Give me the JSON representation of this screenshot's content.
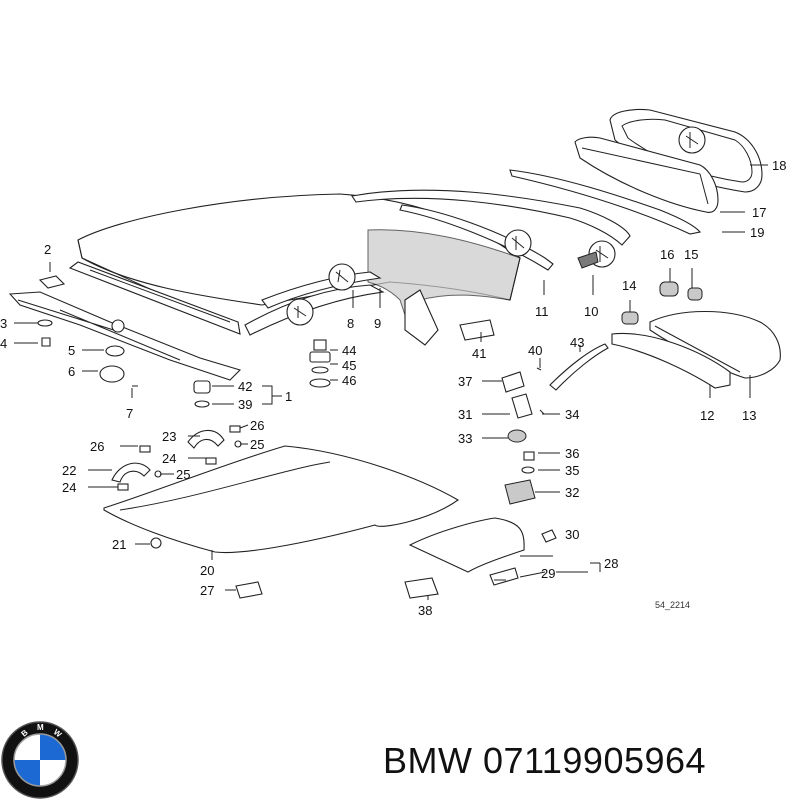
{
  "caption": {
    "brand": "BMW",
    "part_number": "07119905964",
    "drawing_code": "54_2214"
  },
  "logo": {
    "lettering": "BMW",
    "colors": {
      "blue": "#1c69d4",
      "black": "#111111",
      "white": "#ffffff"
    }
  },
  "callouts": [
    "1",
    "2",
    "3",
    "4",
    "5",
    "6",
    "7",
    "8",
    "9",
    "10",
    "11",
    "12",
    "13",
    "14",
    "15",
    "16",
    "17",
    "18",
    "19",
    "20",
    "21",
    "22",
    "23",
    "24",
    "24",
    "25",
    "25",
    "26",
    "26",
    "27",
    "28",
    "29",
    "30",
    "31",
    "32",
    "33",
    "34",
    "35",
    "36",
    "37",
    "38",
    "39",
    "40",
    "41",
    "42",
    "43",
    "44",
    "45",
    "46"
  ]
}
